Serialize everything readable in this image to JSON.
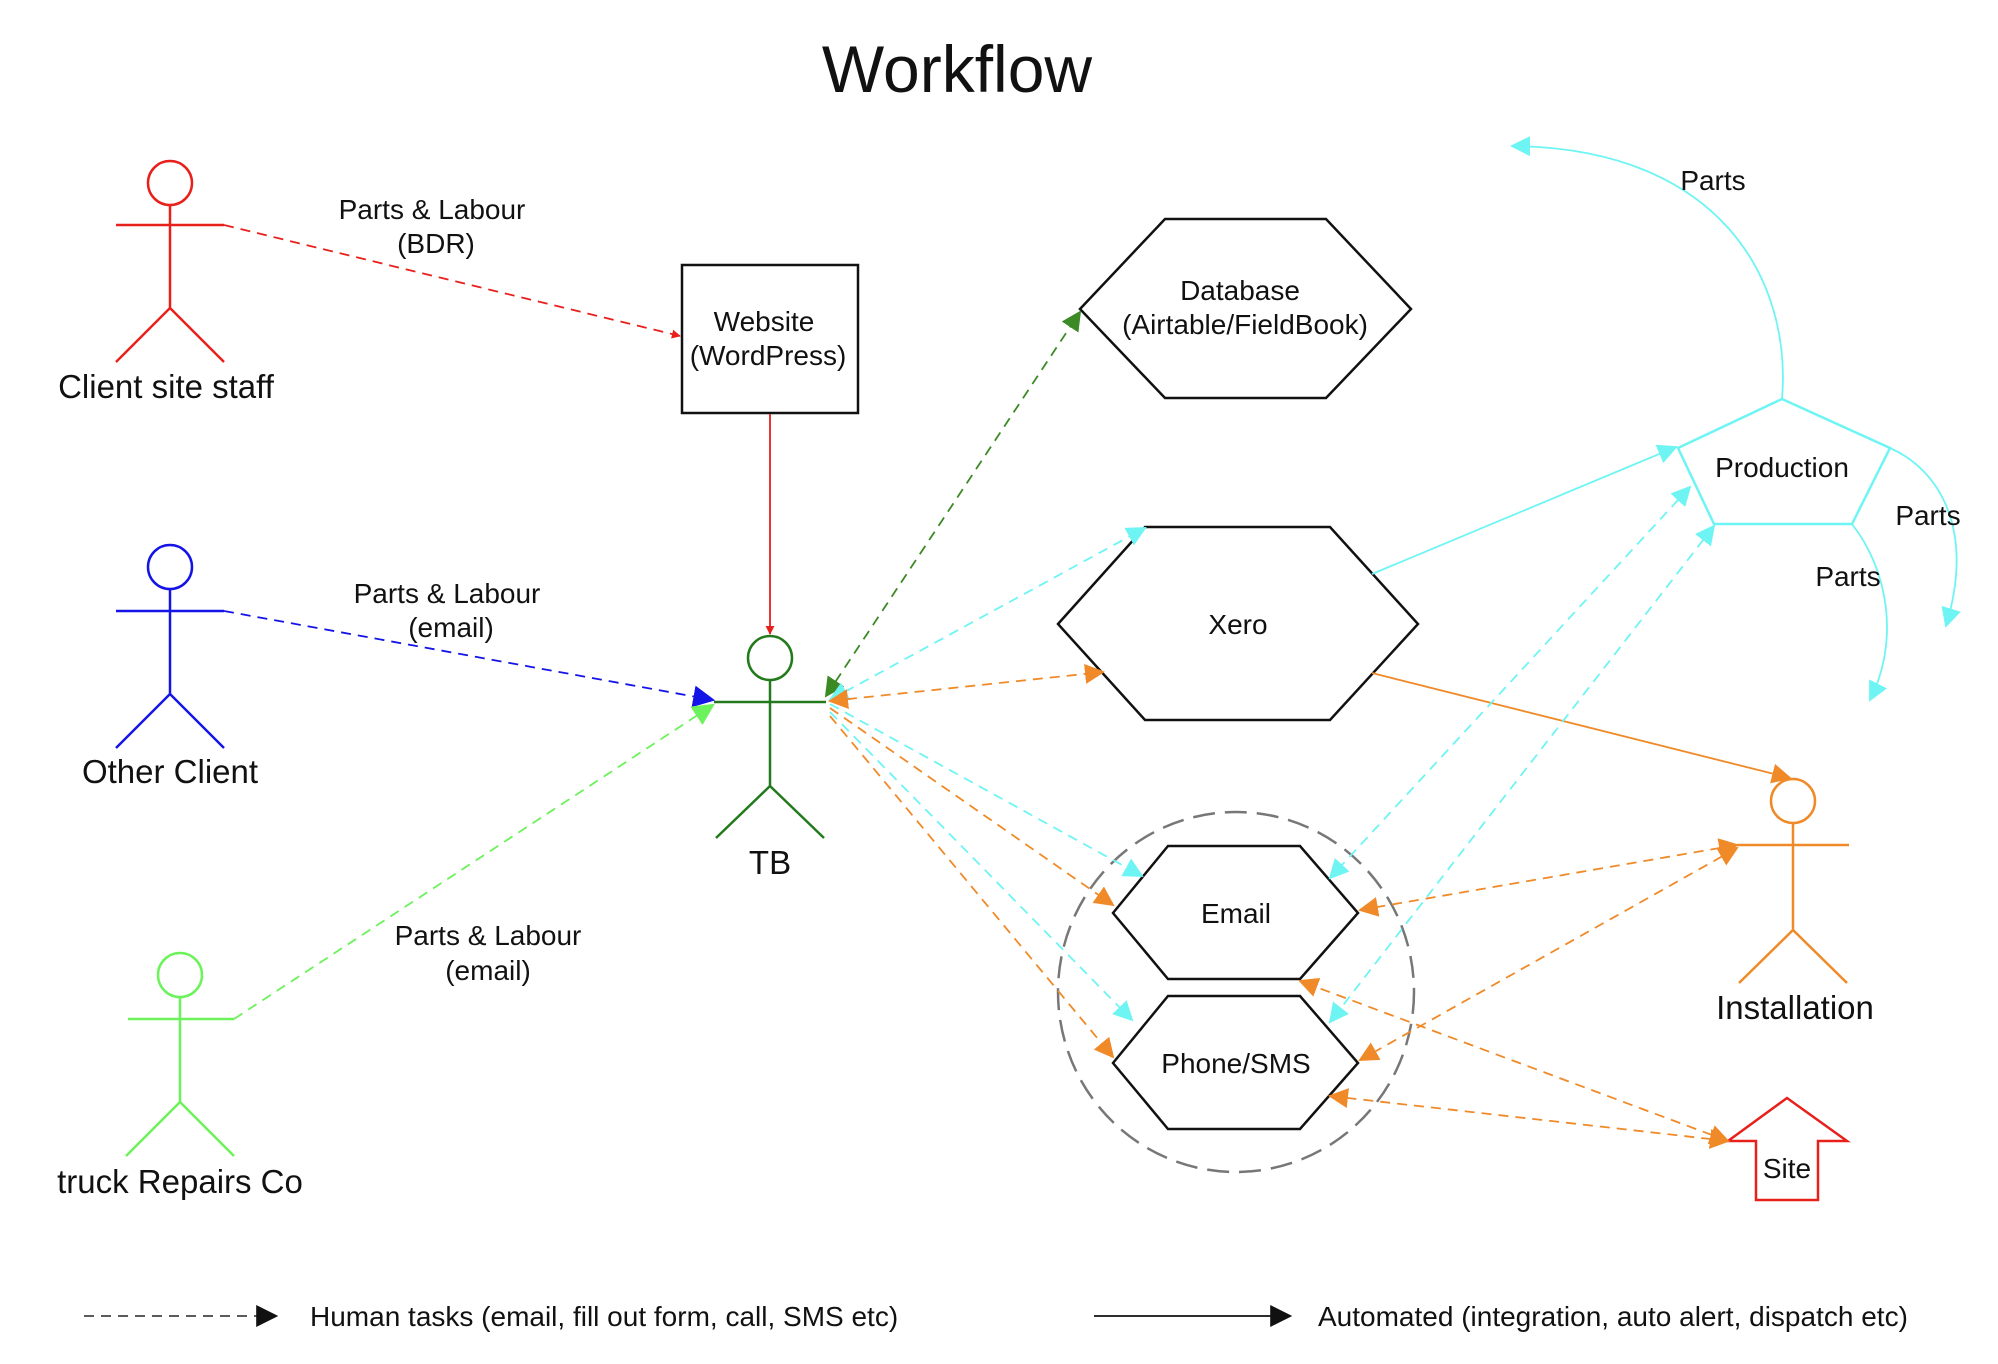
{
  "title": "Workflow",
  "colors": {
    "client_staff": "#e8201c",
    "other_client": "#1414e6",
    "repairs_co": "#6cf25a",
    "tb": "#237a1c",
    "installation": "#f08a28",
    "site": "#e8201c",
    "production": "#6ff4f4",
    "database_link": "#3c8a26",
    "neutral": "#111111",
    "group_circle": "#777777"
  },
  "actors": {
    "client_site_staff": "Client site staff",
    "other_client": "Other Client",
    "truck_repairs_co": "truck Repairs Co",
    "tb": "TB",
    "installation": "Installation"
  },
  "nodes": {
    "website_line1": "Website",
    "website_line2": "(WordPress)",
    "database_line1": "Database",
    "database_line2": "(Airtable/FieldBook)",
    "xero": "Xero",
    "email": "Email",
    "phone": "Phone/SMS",
    "production": "Production",
    "site": "Site"
  },
  "edge_labels": {
    "staff_line1": "Parts & Labour",
    "staff_line2": "(BDR)",
    "other_line1": "Parts & Labour",
    "other_line2": "(email)",
    "repairs_line1": "Parts & Labour",
    "repairs_line2": "(email)",
    "parts_top": "Parts",
    "parts_right": "Parts",
    "parts_lower": "Parts"
  },
  "legend": {
    "human": "Human tasks (email, fill out form, call, SMS etc)",
    "automated": "Automated (integration, auto alert, dispatch etc)"
  }
}
